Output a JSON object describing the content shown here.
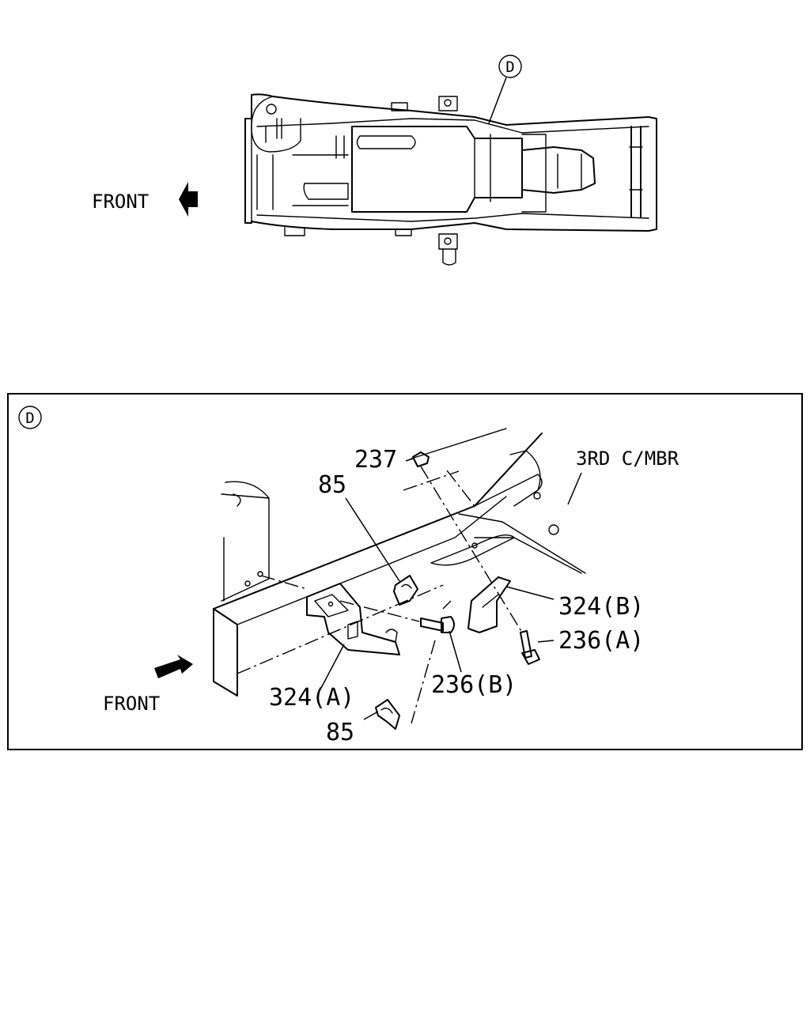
{
  "overview": {
    "front_label": "FRONT",
    "detail_marker": "D"
  },
  "detail": {
    "marker": "D",
    "front_label": "FRONT",
    "crossmember_label": "3RD C/MBR",
    "parts": {
      "p237": "237",
      "p85_top": "85",
      "p85_bottom": "85",
      "p324a": "324(A)",
      "p324b": "324(B)",
      "p236a": "236(A)",
      "p236b": "236(B)"
    }
  }
}
